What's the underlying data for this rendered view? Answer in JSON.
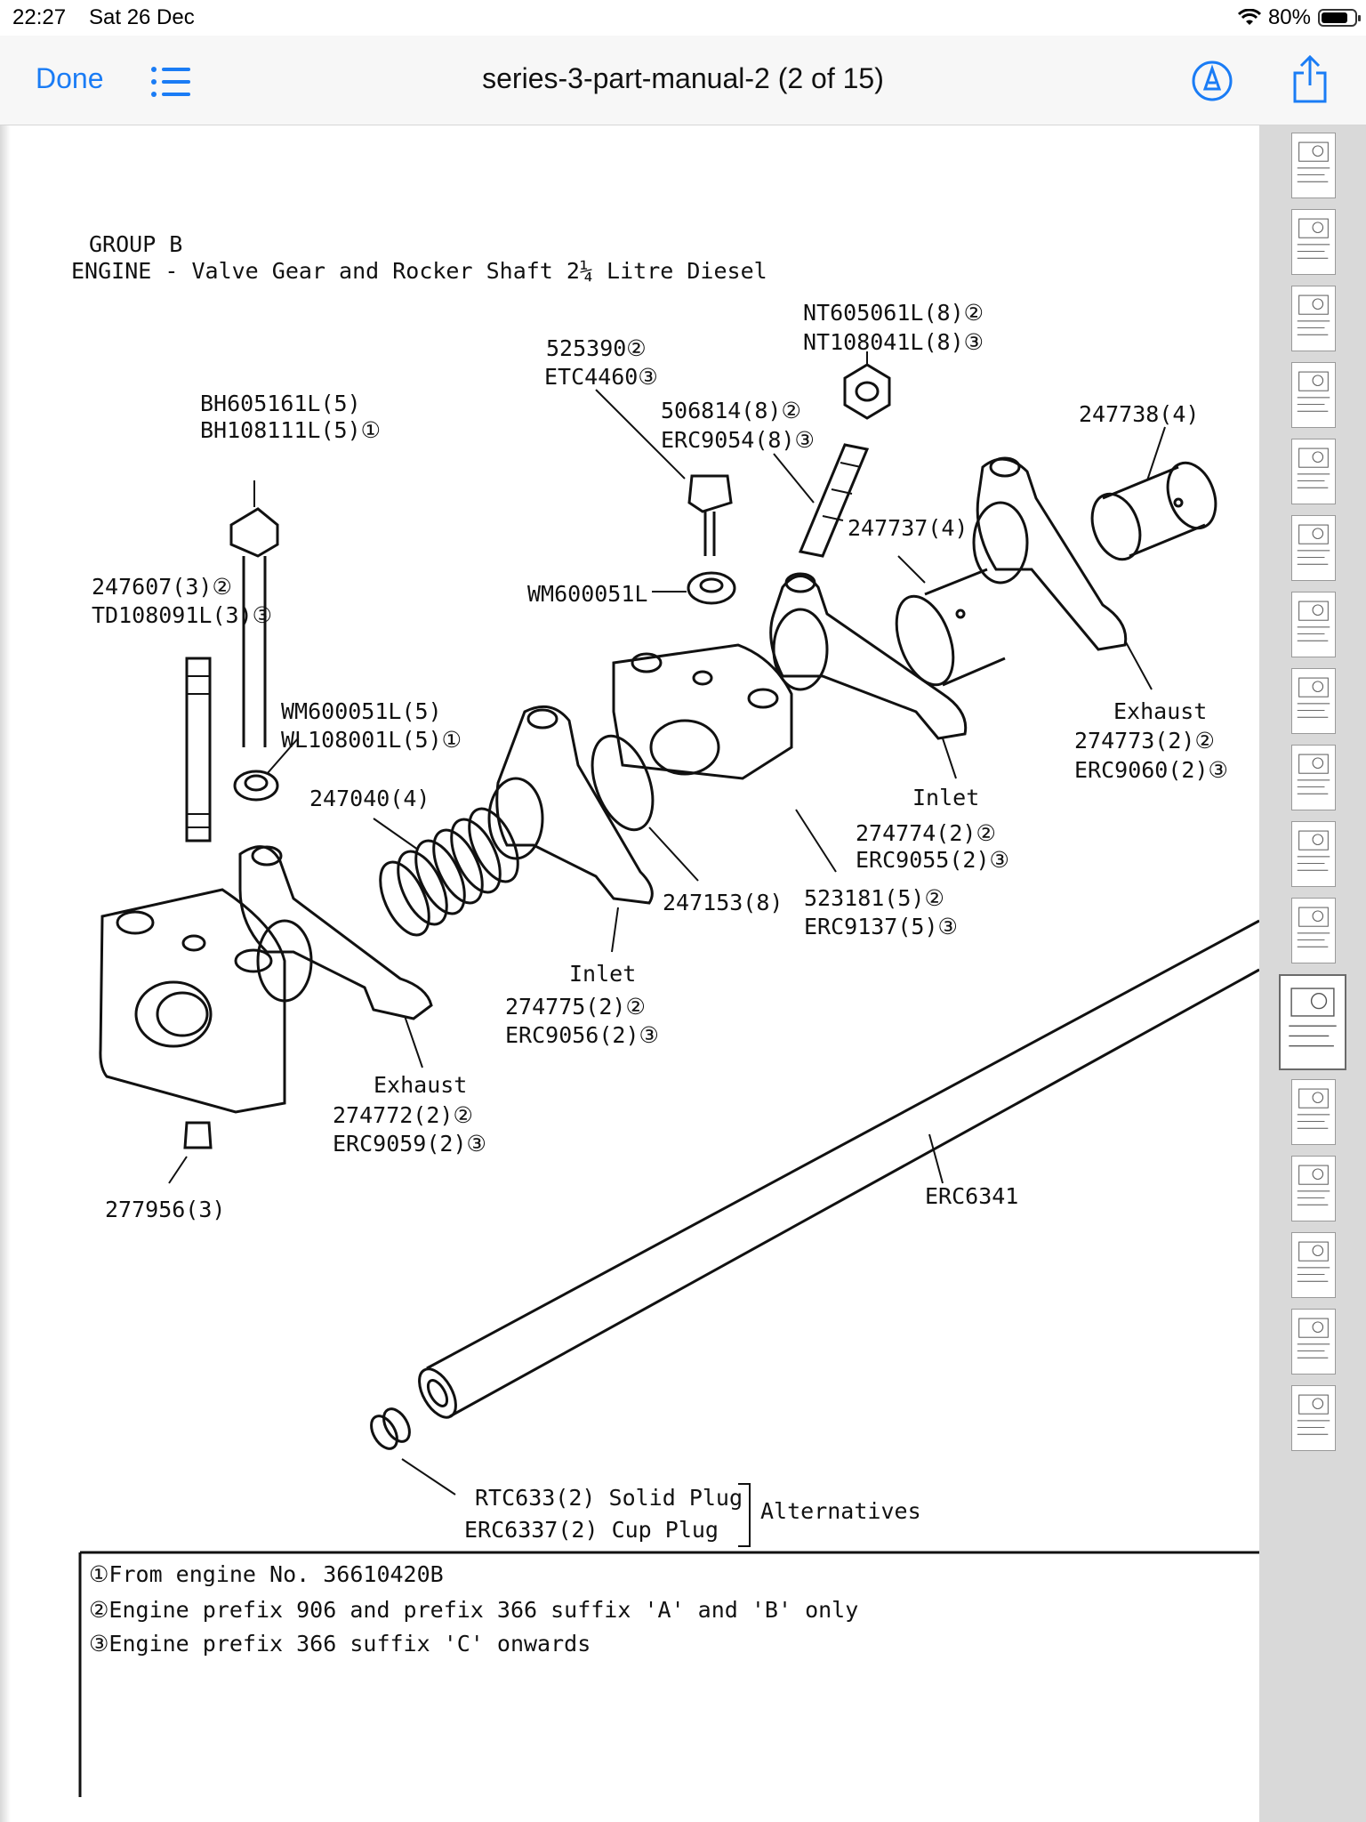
{
  "status_bar": {
    "time": "22:27",
    "date": "Sat 26 Dec",
    "battery": "80%",
    "battery_level": 0.8
  },
  "nav": {
    "done_label": "Done",
    "title": "series-3-part-manual-2 (2 of 15)"
  },
  "page": {
    "group": "GROUP B",
    "heading": "ENGINE - Valve Gear and Rocker Shaft 2¼ Litre Diesel",
    "labels": {
      "bolt": [
        "BH605161L(5)",
        "BH108111L(5)①"
      ],
      "stud": [
        "247607(3)②",
        "TD108091L(3)③"
      ],
      "washer_left": [
        "WM600051L(5)",
        "WL108001L(5)①"
      ],
      "spring_247040": "247040(4)",
      "screw": [
        "525390②",
        "ETC4460③"
      ],
      "washer_mid": "WM600051L",
      "nut": [
        "NT605061L(8)②",
        "NT108041L(8)③"
      ],
      "adjuster": [
        "506814(8)②",
        "ERC9054(8)③"
      ],
      "spacer_247738": "247738(4)",
      "spacer_247737": "247737(4)",
      "exhaust_right": [
        "Exhaust",
        "274773(2)②",
        "ERC9060(2)③"
      ],
      "inlet_right": [
        "Inlet",
        "274774(2)②",
        "ERC9055(2)③"
      ],
      "washer_247153": "247153(8)",
      "pedestal": [
        "523181(5)②",
        "ERC9137(5)③"
      ],
      "inlet_left": [
        "Inlet",
        "274775(2)②",
        "ERC9056(2)③"
      ],
      "exhaust_left": [
        "Exhaust",
        "274772(2)②",
        "ERC9059(2)③"
      ],
      "plug_small": "277956(3)",
      "shaft": "ERC6341",
      "plug_solid": "RTC633(2) Solid Plug",
      "plug_cup": "ERC6337(2) Cup Plug",
      "alternatives": "Alternatives"
    },
    "notes": [
      "①From engine No. 36610420B",
      "②Engine prefix 906 and prefix 366 suffix 'A' and 'B' only",
      "③Engine prefix 366 suffix 'C' onwards"
    ]
  },
  "thumbnails": {
    "count": 17,
    "active_index": 11
  }
}
